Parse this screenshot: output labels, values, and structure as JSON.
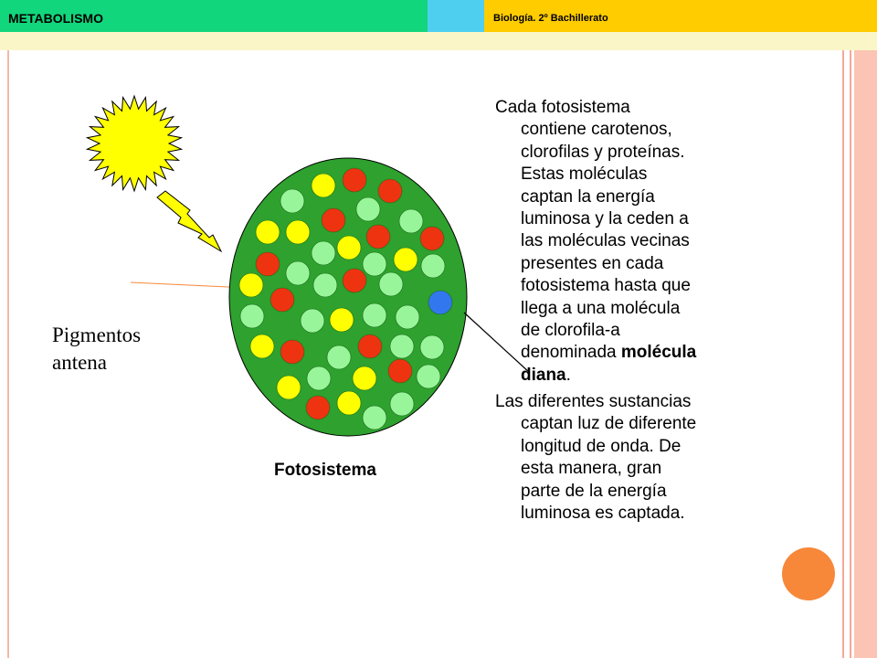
{
  "header": {
    "title": "METABOLISMO",
    "subtitle": "Biología. 2º Bachillerato"
  },
  "colors": {
    "header_green": "#12d67c",
    "header_cyan": "#4fcff0",
    "header_yellow": "#ffcc00",
    "cell_fill": "#2ea12e",
    "pigment_red": "#ee3311",
    "pigment_yellow": "#ffff00",
    "pigment_lightgreen": "#99f599",
    "target_blue": "#3377ee",
    "sun": "#ffff00",
    "decor_circle": "#f7883a"
  },
  "diagram": {
    "pigment_label_lines": [
      "Pigmentos",
      "antena"
    ],
    "photosystem_label": "Fotosistema",
    "paragraph1": [
      " Cada fotosistema",
      "contiene carotenos,",
      "clorofilas y proteínas.",
      "Estas moléculas",
      "captan la energía",
      "luminosa y la ceden a",
      "las moléculas vecinas",
      "presentes en cada",
      "fotosistema hasta que",
      "llega a una molécula",
      "de clorofila-a",
      "denominada "
    ],
    "paragraph1_bold_a": "molécula",
    "paragraph1_bold_b": "diana",
    "paragraph1_end": ".",
    "paragraph2": [
      "Las diferentes sustancias",
      "captan luz de diferente",
      "longitud de onda. De",
      "esta manera, gran",
      "parte de la energía",
      "luminosa es captada."
    ]
  }
}
